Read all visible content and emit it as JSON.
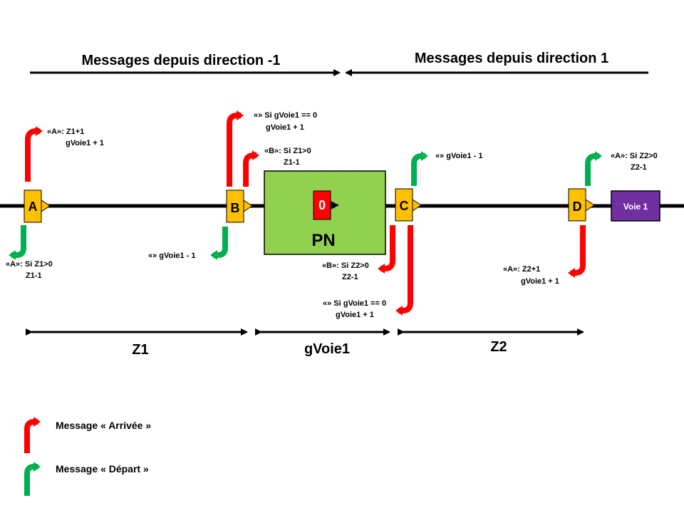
{
  "headers": {
    "left": "Messages depuis direction -1",
    "right": "Messages depuis direction 1"
  },
  "detectors": [
    "A",
    "B",
    "C",
    "D"
  ],
  "pn": {
    "label": "PN",
    "counter": "0"
  },
  "voie": "Voie 1",
  "zones": [
    "Z1",
    "gVoie1",
    "Z2"
  ],
  "messages": {
    "a_arrive": [
      "«A»: Z1+1",
      "gVoie1 + 1"
    ],
    "a_depart": [
      "«A»: Si Z1>0",
      "Z1-1"
    ],
    "b_arrive_top": [
      "«» Si gVoie1 == 0",
      "gVoie1 + 1"
    ],
    "b_arrive_bottom": [
      "«B»: Si Z1>0",
      "Z1-1"
    ],
    "b_depart": [
      "«» gVoie1 - 1"
    ],
    "c_depart": [
      "«» gVoie1 - 1"
    ],
    "c_arrive_b": [
      "«B»: Si Z2>0",
      "Z2-1"
    ],
    "c_arrive_g": [
      "«» Si gVoie1 == 0",
      "gVoie1 + 1"
    ],
    "d_depart": [
      "«A»: Si Z2>0",
      "Z2-1"
    ],
    "d_arrive": [
      "«A»: Z2+1",
      "gVoie1 + 1"
    ]
  },
  "legend": {
    "arrivee": "Message « Arrivée »",
    "depart": "Message « Départ »"
  },
  "colors": {
    "arrivee": "#ff0000",
    "depart": "#00b050",
    "detector": "#ffc000",
    "pn": "#92d050",
    "voie": "#7030a0"
  }
}
